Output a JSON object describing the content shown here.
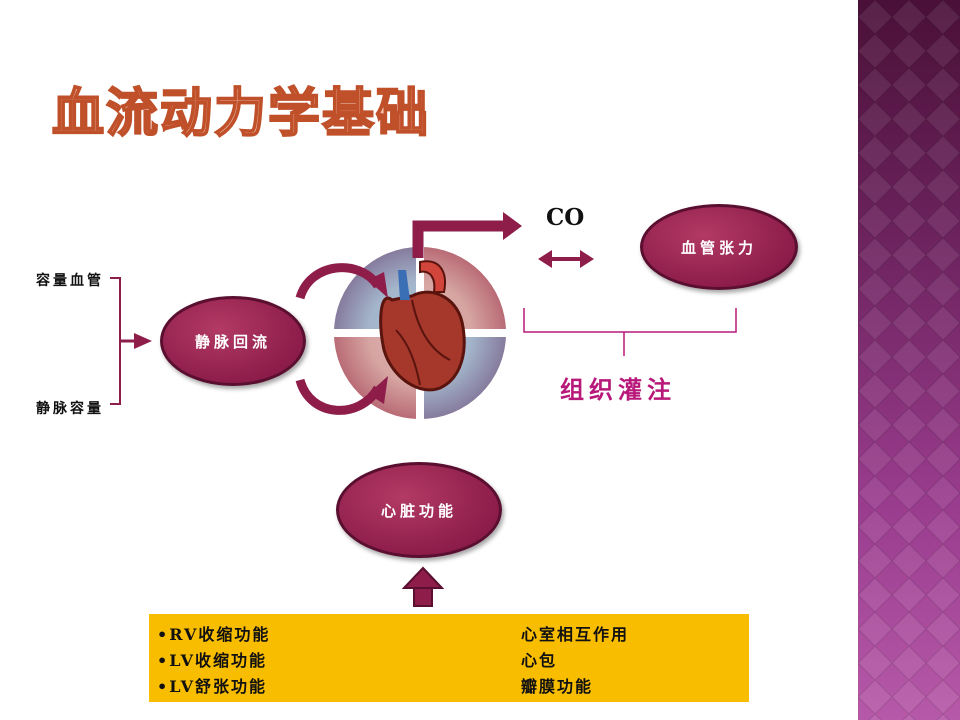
{
  "slide": {
    "title": "血流动力学基础",
    "labels": {
      "capacitance_vessels": "容量血管",
      "venous_capacity": "静脉容量",
      "co": "CO",
      "tissue_perfusion": "组织灌注"
    },
    "ovals": {
      "venous_return": "静脉回流",
      "vascular_tone": "血管张力",
      "cardiac_function": "心脏功能"
    },
    "factors": {
      "left": [
        "•RV收缩功能",
        "•LV收缩功能",
        "•LV舒张功能"
      ],
      "right": [
        "心室相互作用",
        "心包",
        "瓣膜功能"
      ]
    }
  },
  "colors": {
    "oval_fill": "#8e1d4a",
    "arrow": "#8e1d4a",
    "perfusion_text": "#b8187a",
    "factors_box": "#f9bd00",
    "side_band": "#7a2a6c"
  },
  "icons": [
    "heart-illustration",
    "double-arrow-icon",
    "bracket-arrow-icon",
    "up-arrow-icon",
    "curved-arrow-icon"
  ]
}
